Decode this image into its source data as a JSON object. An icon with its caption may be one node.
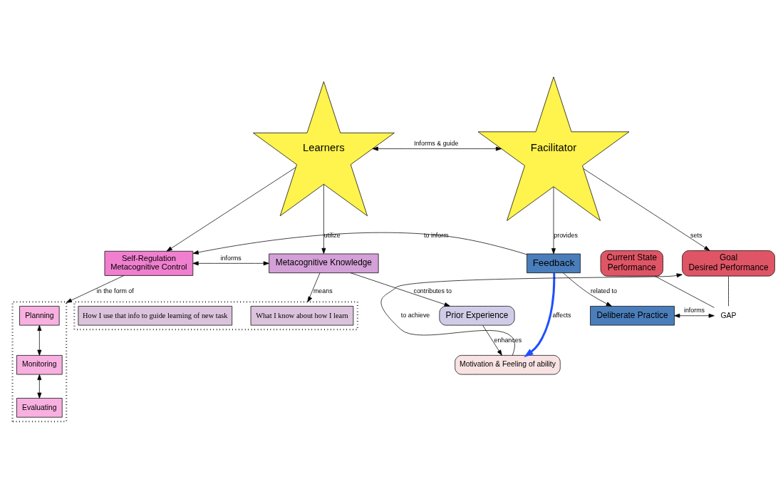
{
  "diagram": {
    "nodes": [
      {
        "text": [
          "Learners"
        ]
      },
      {
        "text": [
          "Facilitator"
        ]
      },
      {
        "text": [
          "Metacognitive Knowledge"
        ]
      },
      {
        "text": [
          "Self-Regulation",
          "Metacognitive Control"
        ]
      },
      {
        "text": [
          "Feedback"
        ]
      },
      {
        "text": [
          "Goal",
          "Desired Performance"
        ]
      },
      {
        "text": [
          "Prior Experience"
        ]
      },
      {
        "text": [],
        "shape": "box"
      },
      {
        "text": [
          "What I know about how I learn"
        ],
        "in": 7
      },
      {
        "text": [
          "How I use that info to guide learning of new task"
        ],
        "in": 7
      },
      {
        "text": [],
        "shape": "box"
      },
      {
        "text": [
          "Planning"
        ],
        "in": 10
      },
      {
        "text": [
          "Monitoring"
        ],
        "in": 10
      },
      {
        "text": [
          "Evaluating"
        ],
        "in": 10
      },
      {
        "text": [
          "Deliberate Practice"
        ]
      },
      {
        "text": [
          "Current State",
          "Performance"
        ]
      },
      {
        "text": [
          "Motivation & Feeling of ability"
        ]
      },
      {
        "text": [
          "GAP"
        ]
      }
    ],
    "edges": [
      {
        "from": 0,
        "to": 1,
        "arrow": "both",
        "label": "Informs & guide"
      },
      {
        "from": 1,
        "to": 5,
        "arrow": "to",
        "label": "sets"
      },
      {
        "from": 0,
        "to": 2,
        "arrow": "to",
        "label": "utilize"
      },
      {
        "from": 0,
        "to": 3,
        "arrow": "to"
      },
      {
        "from": 1,
        "to": 4,
        "arrow": "to",
        "label": "provides"
      },
      {
        "from": 2,
        "to": 3,
        "arrow": "both",
        "label": "informs"
      },
      {
        "from": 4,
        "to": 3,
        "arrow": "to",
        "label": "to inform"
      },
      {
        "from": 2,
        "to": 6,
        "arrow": "to",
        "label": "contributes to"
      },
      {
        "from": 2,
        "to": 7,
        "arrow": "to",
        "label": "means"
      },
      {
        "from": 3,
        "to": 10,
        "arrow": "to",
        "label": "in the form of"
      },
      {
        "from": 11,
        "to": 12,
        "arrow": "both"
      },
      {
        "from": 12,
        "to": 13,
        "arrow": "both"
      },
      {
        "from": 4,
        "to": 14,
        "arrow": "to",
        "label": "related to"
      },
      {
        "from": 14,
        "to": 17,
        "arrow": "both",
        "label": "informs"
      },
      {
        "from": 5,
        "to": 17,
        "arrow": "none"
      },
      {
        "from": 15,
        "to": 17,
        "arrow": "none"
      },
      {
        "from": 6,
        "to": 16,
        "arrow": "to",
        "label": "enhances"
      },
      {
        "from": 4,
        "to": 16,
        "arrow": "to",
        "label": "affects",
        "style": "thick",
        "color": "#1f4fff"
      },
      {
        "from": 16,
        "to": 5,
        "arrow": "to",
        "label": "to achieve"
      }
    ]
  }
}
